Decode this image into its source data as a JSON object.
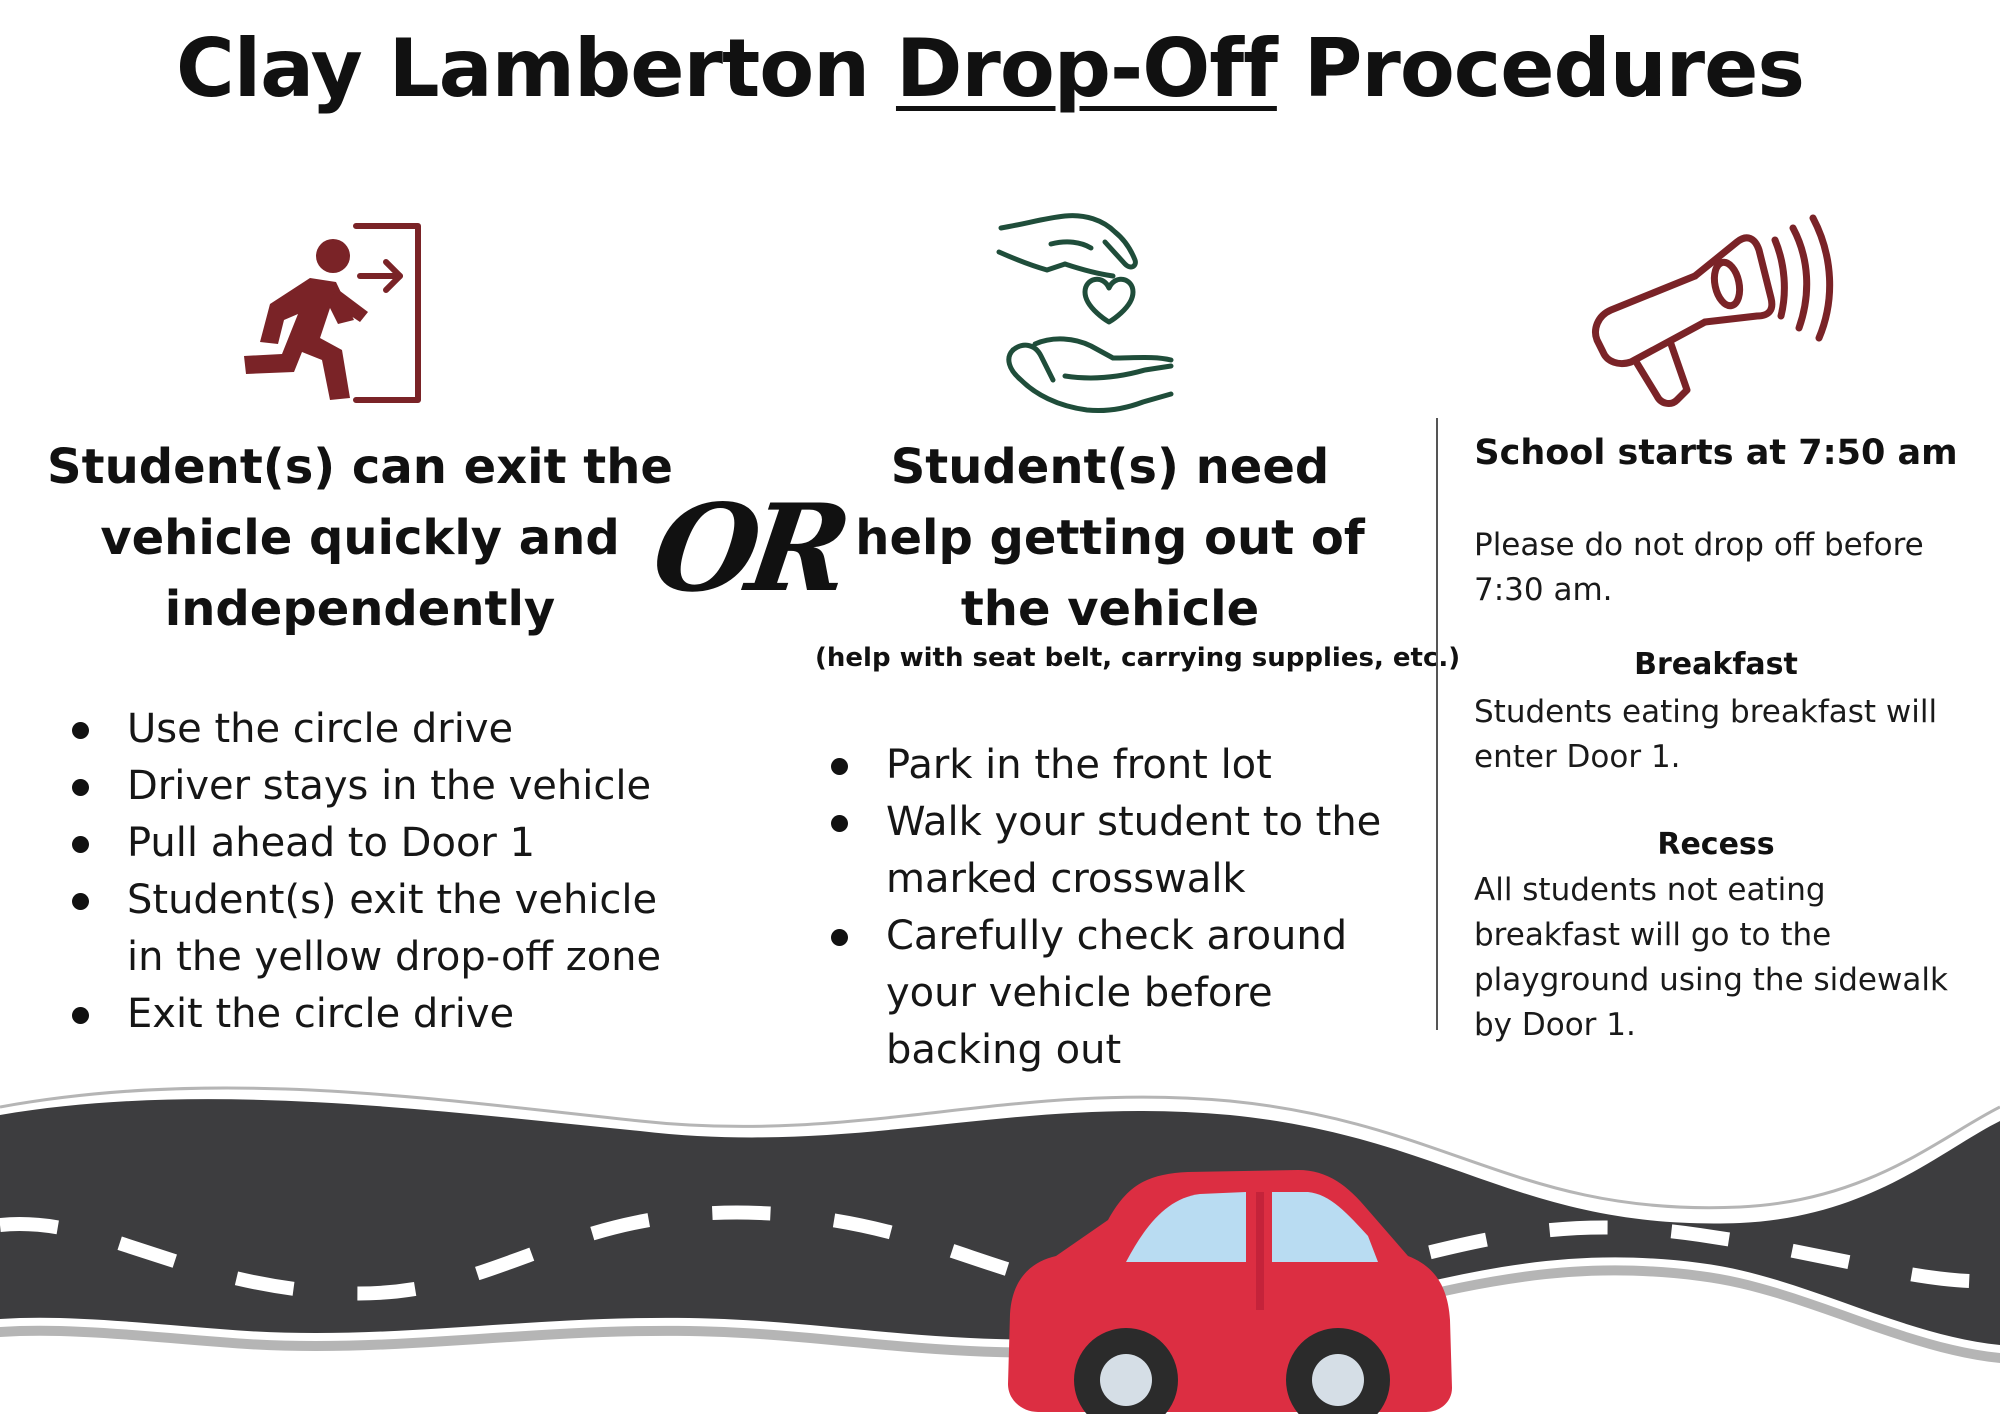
{
  "title": {
    "prefix": "Clay Lamberton ",
    "underlined": "Drop-Off",
    "suffix": " Procedures"
  },
  "colors": {
    "maroon": "#7a2327",
    "green": "#1f4d3a",
    "road": "#3d3d3f",
    "car_red": "#dc2e42"
  },
  "left": {
    "icon": "emergency-exit-icon",
    "heading": "Student(s) can exit the vehicle quickly and independently",
    "items": [
      "Use the circle drive",
      "Driver stays in the vehicle",
      "Pull ahead to Door 1",
      "Student(s) exit the vehicle in the yellow drop-off zone",
      "Exit the circle drive"
    ]
  },
  "or_label": "OR",
  "middle": {
    "icon": "hands-heart-icon",
    "heading": "Student(s) need help getting out of the vehicle",
    "note": "(help with seat belt, carrying supplies, etc.)",
    "items": [
      "Park in the front lot",
      "Walk your student to the marked crosswalk",
      "Carefully check around your vehicle before backing out"
    ]
  },
  "right": {
    "icon": "megaphone-icon",
    "heading": "School starts at 7:50 am",
    "intro": "Please do not drop off before 7:30 am.",
    "breakfast_title": "Breakfast",
    "breakfast_text": "Students eating breakfast will enter Door 1.",
    "recess_title": "Recess",
    "recess_text": "All students not eating breakfast will go to the playground using the sidewalk by Door 1."
  },
  "footer": {
    "road_icon": "road-icon",
    "car_icon": "car-icon"
  }
}
